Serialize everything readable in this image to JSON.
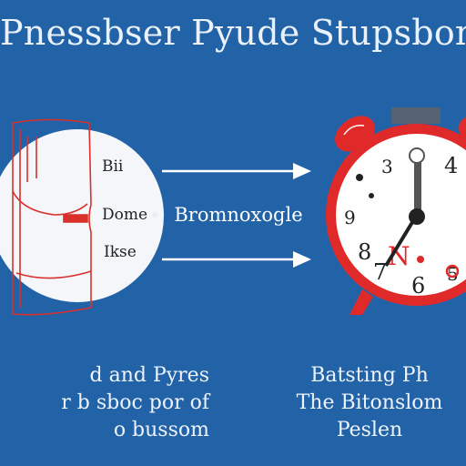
{
  "title": "Pnessbser Pyude Stupsbon",
  "left_panel": {
    "labels": [
      "Bii",
      "Dome",
      "Ikse"
    ]
  },
  "middle_label": "Bromnoxogle",
  "clock": {
    "numbers": [
      "3",
      "4",
      "9",
      "8",
      "7",
      "6",
      "5",
      "N"
    ],
    "accent_color": "#e02a2a"
  },
  "captions": {
    "left": [
      "d and Pyres",
      "r b sboc por of",
      "o bussom"
    ],
    "right": [
      "Batsting Ph",
      "The Bitonslom",
      "Peslen"
    ]
  },
  "colors": {
    "background": "#2263a8",
    "outline_red": "#e02a2a",
    "text_light": "#eaf1fb"
  }
}
